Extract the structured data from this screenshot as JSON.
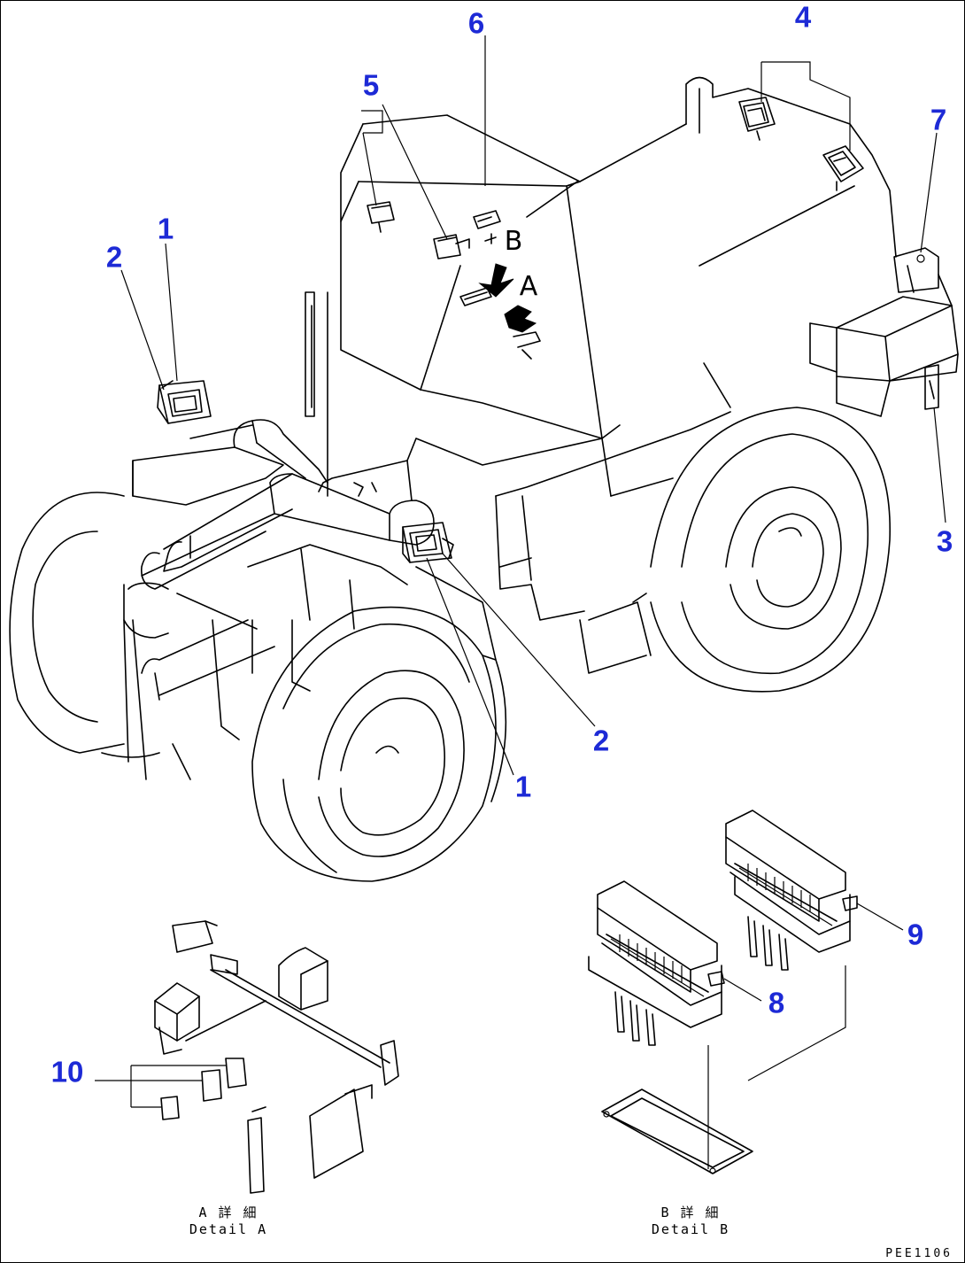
{
  "callouts": {
    "c1_left": "1",
    "c2_left": "2",
    "c5": "5",
    "c6": "6",
    "c4": "4",
    "c7": "7",
    "c3": "3",
    "c2_right": "2",
    "c1_right": "1",
    "c9": "9",
    "c8": "8",
    "c10": "10"
  },
  "detail_refs": {
    "a": "A",
    "b": "B"
  },
  "captions": {
    "detail_a_jp": "A 詳 細",
    "detail_a_en": "Detail A",
    "detail_b_jp": "B 詳 細",
    "detail_b_en": "Detail B"
  },
  "drawing_code": "PEE1106",
  "colors": {
    "callout": "#1d2ad6",
    "line": "#000000",
    "background": "#ffffff"
  }
}
